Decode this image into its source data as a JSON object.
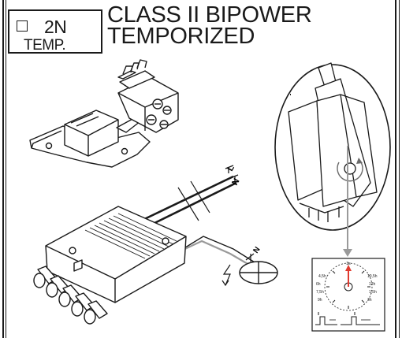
{
  "badge": {
    "line1": "2N",
    "line2": "TEMP."
  },
  "title": {
    "line1": "CLASS II BIPOWER",
    "line2": "TEMPORIZED"
  },
  "wires": {
    "L_label": "L",
    "N_label": "N",
    "N2_label": "N"
  },
  "dial": {
    "center_label": "3s",
    "tick_labels": [
      "4,5h",
      "6h",
      "7,5h",
      "9h",
      "10,5h",
      "12h",
      "1,5h",
      "3h"
    ]
  },
  "colors": {
    "line": "#1a1a1a",
    "accent_red": "#e03a2f",
    "arrow_gray": "#9a9a9a",
    "fill_light": "#f4f4f4"
  }
}
